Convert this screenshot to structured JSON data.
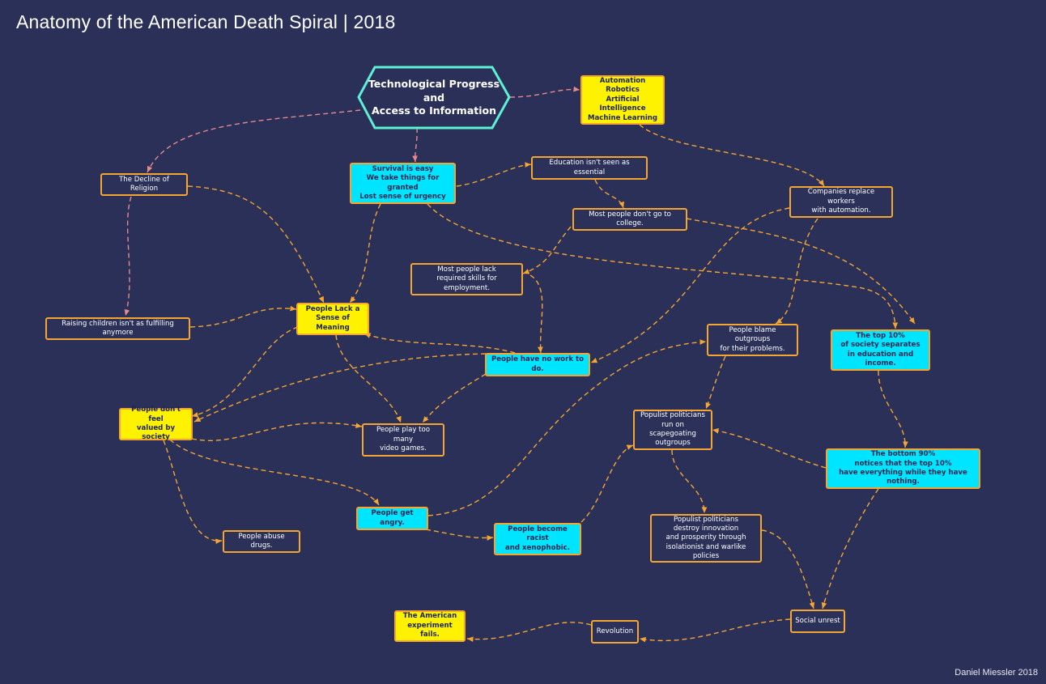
{
  "title": "Anatomy of the American Death Spiral | 2018",
  "credit": "Daniel Miessler 2018",
  "colors": {
    "background": "#2a3057",
    "border": "#f5a532",
    "hex_border": "#5ef0d2",
    "cyan": "#00e5ff",
    "yellow": "#fff200",
    "edge_orange": "#f5a532",
    "edge_pink": "#e58a8a"
  },
  "nodes": {
    "tech": "Technological Progress\nand\nAccess to Information",
    "automation": "Automation\nRobotics\nArtificial Intelligence\nMachine Learning",
    "decline_religion": "The Decline of Religion",
    "survival": "Survival is easy\nWe take things for granted\nLost sense of urgency",
    "education": "Education isn't seen as essential",
    "companies": "Companies replace workers\nwith automation.",
    "college": "Most people don't go to college.",
    "lack_skills": "Most people lack\nrequired skills for employment.",
    "raising_children": "Raising children isn't as fulfilling anymore",
    "lack_meaning": "People Lack a\nSense of Meaning",
    "blame": "People blame outgroups\nfor their problems.",
    "top10": "The top 10%\nof society separates\nin education and income.",
    "no_work": "People have no work to do.",
    "not_valued": "People don't feel\nvalued by society",
    "video_games": "People play too many\nvideo games.",
    "populist_run": "Populist politicians\nrun on scapegoating\noutgroups",
    "bottom90": "The bottom 90%\nnotices that the top 10%\nhave everything while they have nothing.",
    "angry": "People get angry.",
    "racist": "People become racist\nand xenophobic.",
    "populist_destroy": "Populist politicians\ndestroy innovation\nand prosperity through\nisolationist and warlike policies",
    "drugs": "People abuse drugs.",
    "social_unrest": "Social unrest",
    "revolution": "Revolution",
    "experiment_fails": "The American\nexperiment fails."
  }
}
